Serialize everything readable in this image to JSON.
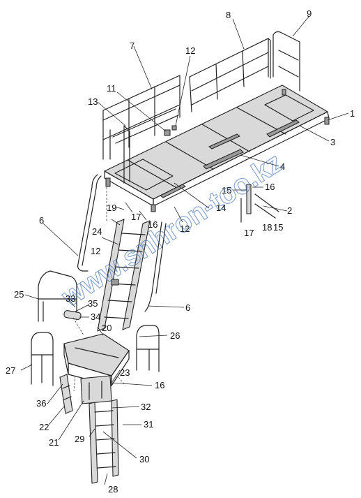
{
  "diagram": {
    "watermark": "www.snhron-too.kz",
    "callouts": [
      "1",
      "2",
      "3",
      "4",
      "6",
      "7",
      "8",
      "9",
      "11",
      "12",
      "13",
      "14",
      "15",
      "16",
      "17",
      "19",
      "20",
      "21",
      "22",
      "23",
      "24",
      "25",
      "26",
      "27",
      "28",
      "29",
      "30",
      "31",
      "32",
      "33",
      "34",
      "35",
      "36"
    ],
    "labels": [
      {
        "id": "1",
        "text": "1"
      },
      {
        "id": "2",
        "text": "2"
      },
      {
        "id": "3",
        "text": "3"
      },
      {
        "id": "4",
        "text": "4"
      },
      {
        "id": "6a",
        "text": "6"
      },
      {
        "id": "6b",
        "text": "6"
      },
      {
        "id": "7",
        "text": "7"
      },
      {
        "id": "8",
        "text": "8"
      },
      {
        "id": "9",
        "text": "9"
      },
      {
        "id": "11",
        "text": "11"
      },
      {
        "id": "12a",
        "text": "12"
      },
      {
        "id": "12b",
        "text": "12"
      },
      {
        "id": "12c",
        "text": "12"
      },
      {
        "id": "13",
        "text": "13"
      },
      {
        "id": "14",
        "text": "14"
      },
      {
        "id": "15a",
        "text": "15"
      },
      {
        "id": "15b",
        "text": "15"
      },
      {
        "id": "16a",
        "text": "16"
      },
      {
        "id": "16b",
        "text": "16"
      },
      {
        "id": "16c",
        "text": "16"
      },
      {
        "id": "17a",
        "text": "17"
      },
      {
        "id": "17b",
        "text": "17"
      },
      {
        "id": "18",
        "text": "18"
      },
      {
        "id": "19",
        "text": "19"
      },
      {
        "id": "20",
        "text": "20"
      },
      {
        "id": "21",
        "text": "21"
      },
      {
        "id": "22",
        "text": "22"
      },
      {
        "id": "23",
        "text": "23"
      },
      {
        "id": "24",
        "text": "24"
      },
      {
        "id": "25",
        "text": "25"
      },
      {
        "id": "26",
        "text": "26"
      },
      {
        "id": "27",
        "text": "27"
      },
      {
        "id": "28",
        "text": "28"
      },
      {
        "id": "29",
        "text": "29"
      },
      {
        "id": "30",
        "text": "30"
      },
      {
        "id": "31",
        "text": "31"
      },
      {
        "id": "32",
        "text": "32"
      },
      {
        "id": "33",
        "text": "33"
      },
      {
        "id": "34",
        "text": "34"
      },
      {
        "id": "35",
        "text": "35"
      },
      {
        "id": "36",
        "text": "36"
      }
    ]
  },
  "colors": {
    "line": "#222222",
    "fill": "#d9d9d9",
    "watermark": "#2a5fa8",
    "background": "#ffffff"
  }
}
